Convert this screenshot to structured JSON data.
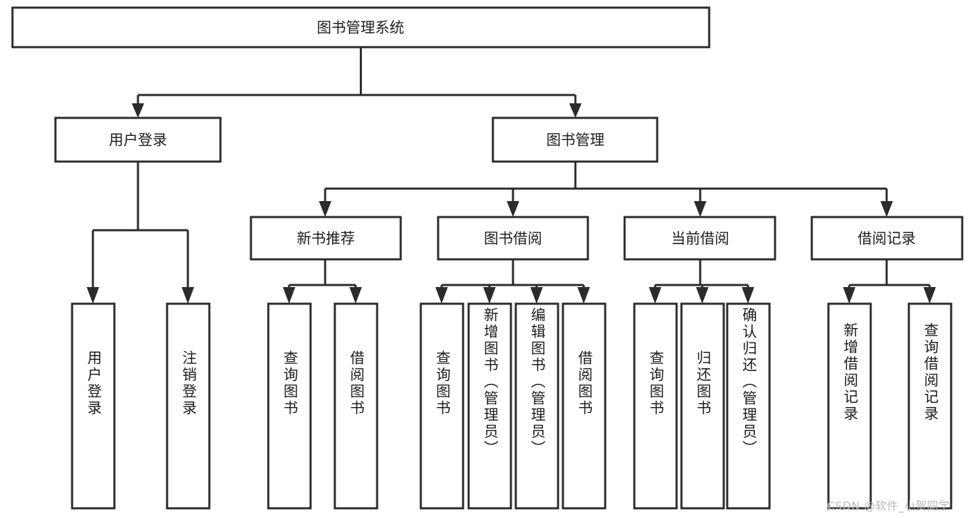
{
  "diagram": {
    "type": "tree-hierarchy",
    "title": "图书管理系统",
    "root": {
      "id": "root",
      "label": "图书管理系统"
    },
    "level2": [
      {
        "id": "user-login",
        "label": "用户登录"
      },
      {
        "id": "book-management",
        "label": "图书管理"
      }
    ],
    "level3": [
      {
        "id": "new-book-recommend",
        "label": "新书推荐"
      },
      {
        "id": "book-borrow",
        "label": "图书借阅"
      },
      {
        "id": "current-borrow",
        "label": "当前借阅"
      },
      {
        "id": "borrow-record",
        "label": "借阅记录"
      }
    ],
    "leaves": [
      {
        "id": "leaf-user-login",
        "label": "用户登录",
        "parent": "user-login"
      },
      {
        "id": "leaf-user-logout",
        "label": "注销登录",
        "parent": "user-login"
      },
      {
        "id": "leaf-query-book-1",
        "label": "查询图书",
        "parent": "new-book-recommend"
      },
      {
        "id": "leaf-borrow-book-1",
        "label": "借阅图书",
        "parent": "new-book-recommend"
      },
      {
        "id": "leaf-query-book-2",
        "label": "查询图书",
        "parent": "book-borrow"
      },
      {
        "id": "leaf-add-book",
        "label": "新增图书（管理员）",
        "parent": "book-borrow"
      },
      {
        "id": "leaf-edit-book",
        "label": "编辑图书（管理员）",
        "parent": "book-borrow"
      },
      {
        "id": "leaf-borrow-book-2",
        "label": "借阅图书",
        "parent": "book-borrow"
      },
      {
        "id": "leaf-query-book-3",
        "label": "查询图书",
        "parent": "current-borrow"
      },
      {
        "id": "leaf-return-book",
        "label": "归还图书",
        "parent": "current-borrow"
      },
      {
        "id": "leaf-confirm-return",
        "label": "确认归还（管理员）",
        "parent": "current-borrow"
      },
      {
        "id": "leaf-add-record",
        "label": "新增借阅记录",
        "parent": "borrow-record"
      },
      {
        "id": "leaf-query-record",
        "label": "查询借阅记录",
        "parent": "borrow-record"
      }
    ],
    "watermark": "CSDN @软件_小贺同学",
    "colors": {
      "stroke": "#2b2b2b",
      "fill": "#ffffff",
      "text": "#1c1c1c",
      "watermark": "#b9b9b9"
    }
  }
}
